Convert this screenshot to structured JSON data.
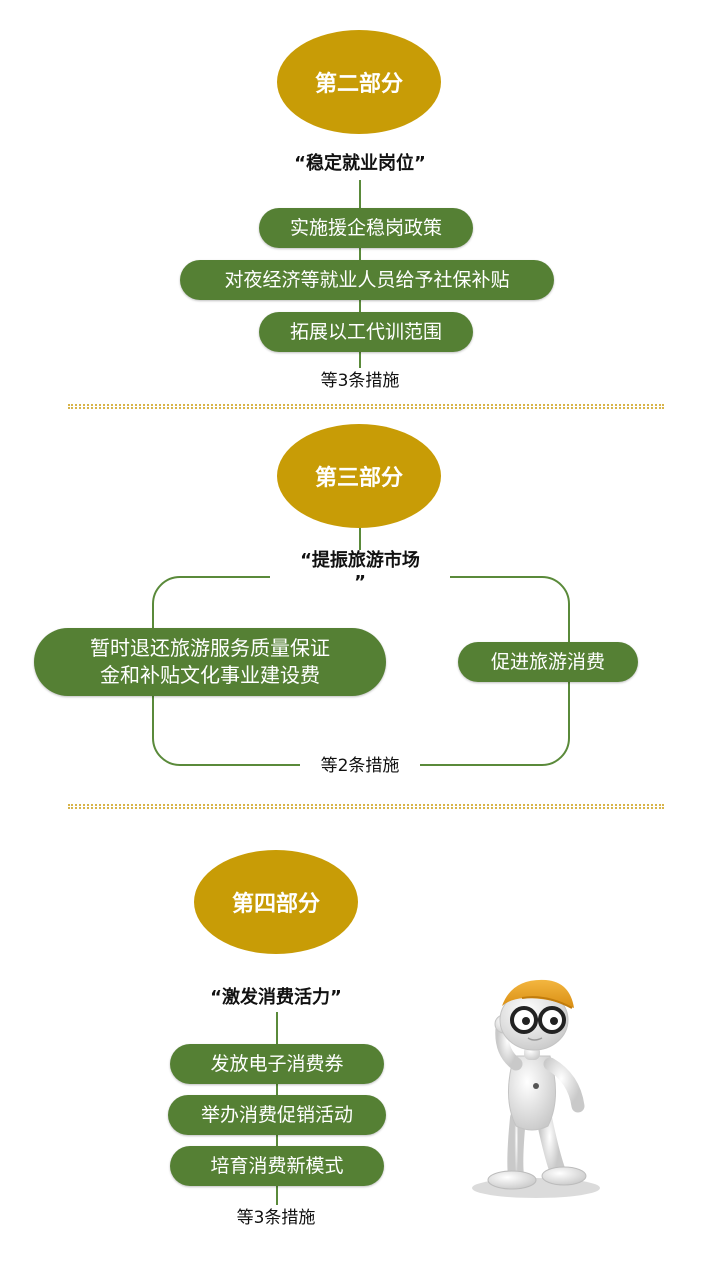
{
  "section2": {
    "title": "第二部分",
    "quote": "“稳定就业岗位”",
    "items": [
      "实施援企稳岗政策",
      "对夜经济等就业人员给予社保补贴",
      "拓展以工代训范围"
    ],
    "note": "等3条措施"
  },
  "section3": {
    "title": "第三部分",
    "quote_line1": "“提振旅游市场",
    "quote_line2": "”",
    "left_item_line1": "暂时退还旅游服务质量保证",
    "left_item_line2": "金和补贴文化事业建设费",
    "right_item": "促进旅游消费",
    "note": "等2条措施"
  },
  "section4": {
    "title": "第四部分",
    "quote": "“激发消费活力”",
    "items": [
      "发放电子消费券",
      "举办消费促销活动",
      "培育消费新模式"
    ],
    "note": "等3条措施"
  },
  "colors": {
    "gold": "#c89c06",
    "green": "#558034",
    "divider": "#d8b44a"
  }
}
